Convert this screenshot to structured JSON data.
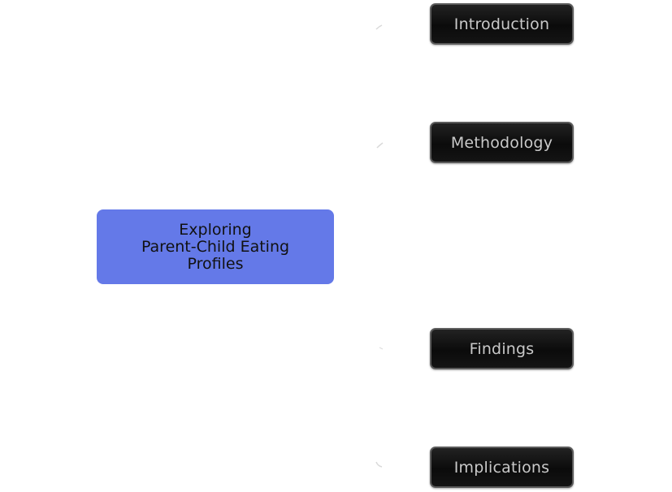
{
  "diagram": {
    "type": "mind-map",
    "root": {
      "lines": [
        "Exploring",
        "Parent-Child Eating",
        "Profiles"
      ]
    },
    "branches": [
      {
        "label": "Introduction"
      },
      {
        "label": "Methodology"
      },
      {
        "label": "Findings"
      },
      {
        "label": "Implications"
      }
    ]
  },
  "colors": {
    "root_fill": "#6479e8",
    "branch_fill": "#111111",
    "branch_border": "#5b5b5b",
    "branch_text": "#c9c9c9",
    "root_text": "#111111"
  }
}
